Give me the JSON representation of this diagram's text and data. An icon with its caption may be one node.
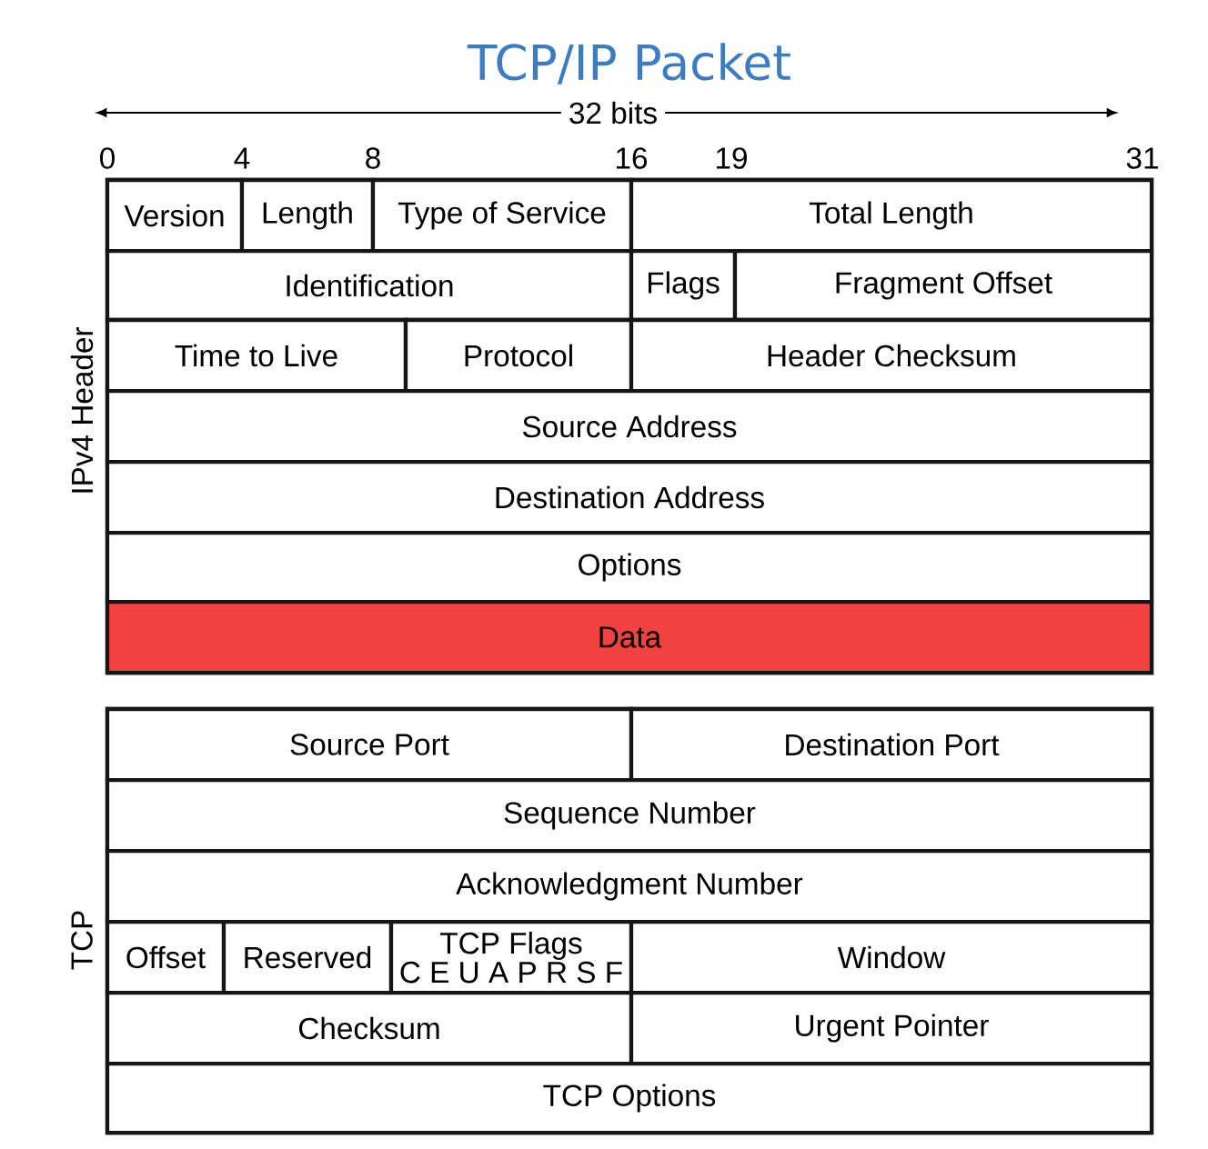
{
  "diagram": {
    "title": "TCP/IP Packet",
    "nodes": [
      {
        "text": [
          "IPv4 Header"
        ]
      },
      {
        "text": [
          "Version"
        ],
        "in": 0
      },
      {
        "text": [
          "Length"
        ],
        "in": 0
      },
      {
        "text": [
          "Type of Service"
        ],
        "in": 0
      },
      {
        "text": [
          "Total Length"
        ],
        "in": 0
      },
      {
        "text": [
          "Identification"
        ],
        "in": 0
      },
      {
        "text": [
          "Flags"
        ],
        "in": 0
      },
      {
        "text": [
          "Fragment Offset"
        ],
        "in": 0
      },
      {
        "text": [
          "Time to Live"
        ],
        "in": 0
      },
      {
        "text": [
          "Protocol"
        ],
        "in": 0
      },
      {
        "text": [
          "Header Checksum"
        ],
        "in": 0
      },
      {
        "text": [
          "Source Address"
        ],
        "in": 0
      },
      {
        "text": [
          "Destination Address"
        ],
        "in": 0
      },
      {
        "text": [
          "Options"
        ],
        "in": 0
      },
      {
        "text": [
          "Data"
        ],
        "in": 0
      },
      {
        "text": [
          "TCP"
        ]
      },
      {
        "text": [
          "Source Port"
        ],
        "in": 15
      },
      {
        "text": [
          "Destination Port"
        ],
        "in": 15
      },
      {
        "text": [
          "Sequence Number"
        ],
        "in": 15
      },
      {
        "text": [
          "Acknowledgment Number"
        ],
        "in": 15
      },
      {
        "text": [
          "Offset"
        ],
        "in": 15
      },
      {
        "text": [
          "Reserved"
        ],
        "in": 15
      },
      {
        "text": [
          "TCP Flags",
          "C E U A P R S F"
        ],
        "in": 15
      },
      {
        "text": [
          "Window"
        ],
        "in": 15
      },
      {
        "text": [
          "Checksum"
        ],
        "in": 15
      },
      {
        "text": [
          "Urgent Pointer"
        ],
        "in": 15
      },
      {
        "text": [
          "TCP Options"
        ],
        "in": 15
      }
    ],
    "labels": [
      "32 bits",
      "0",
      "4",
      "8",
      "16",
      "19",
      "31"
    ]
  }
}
